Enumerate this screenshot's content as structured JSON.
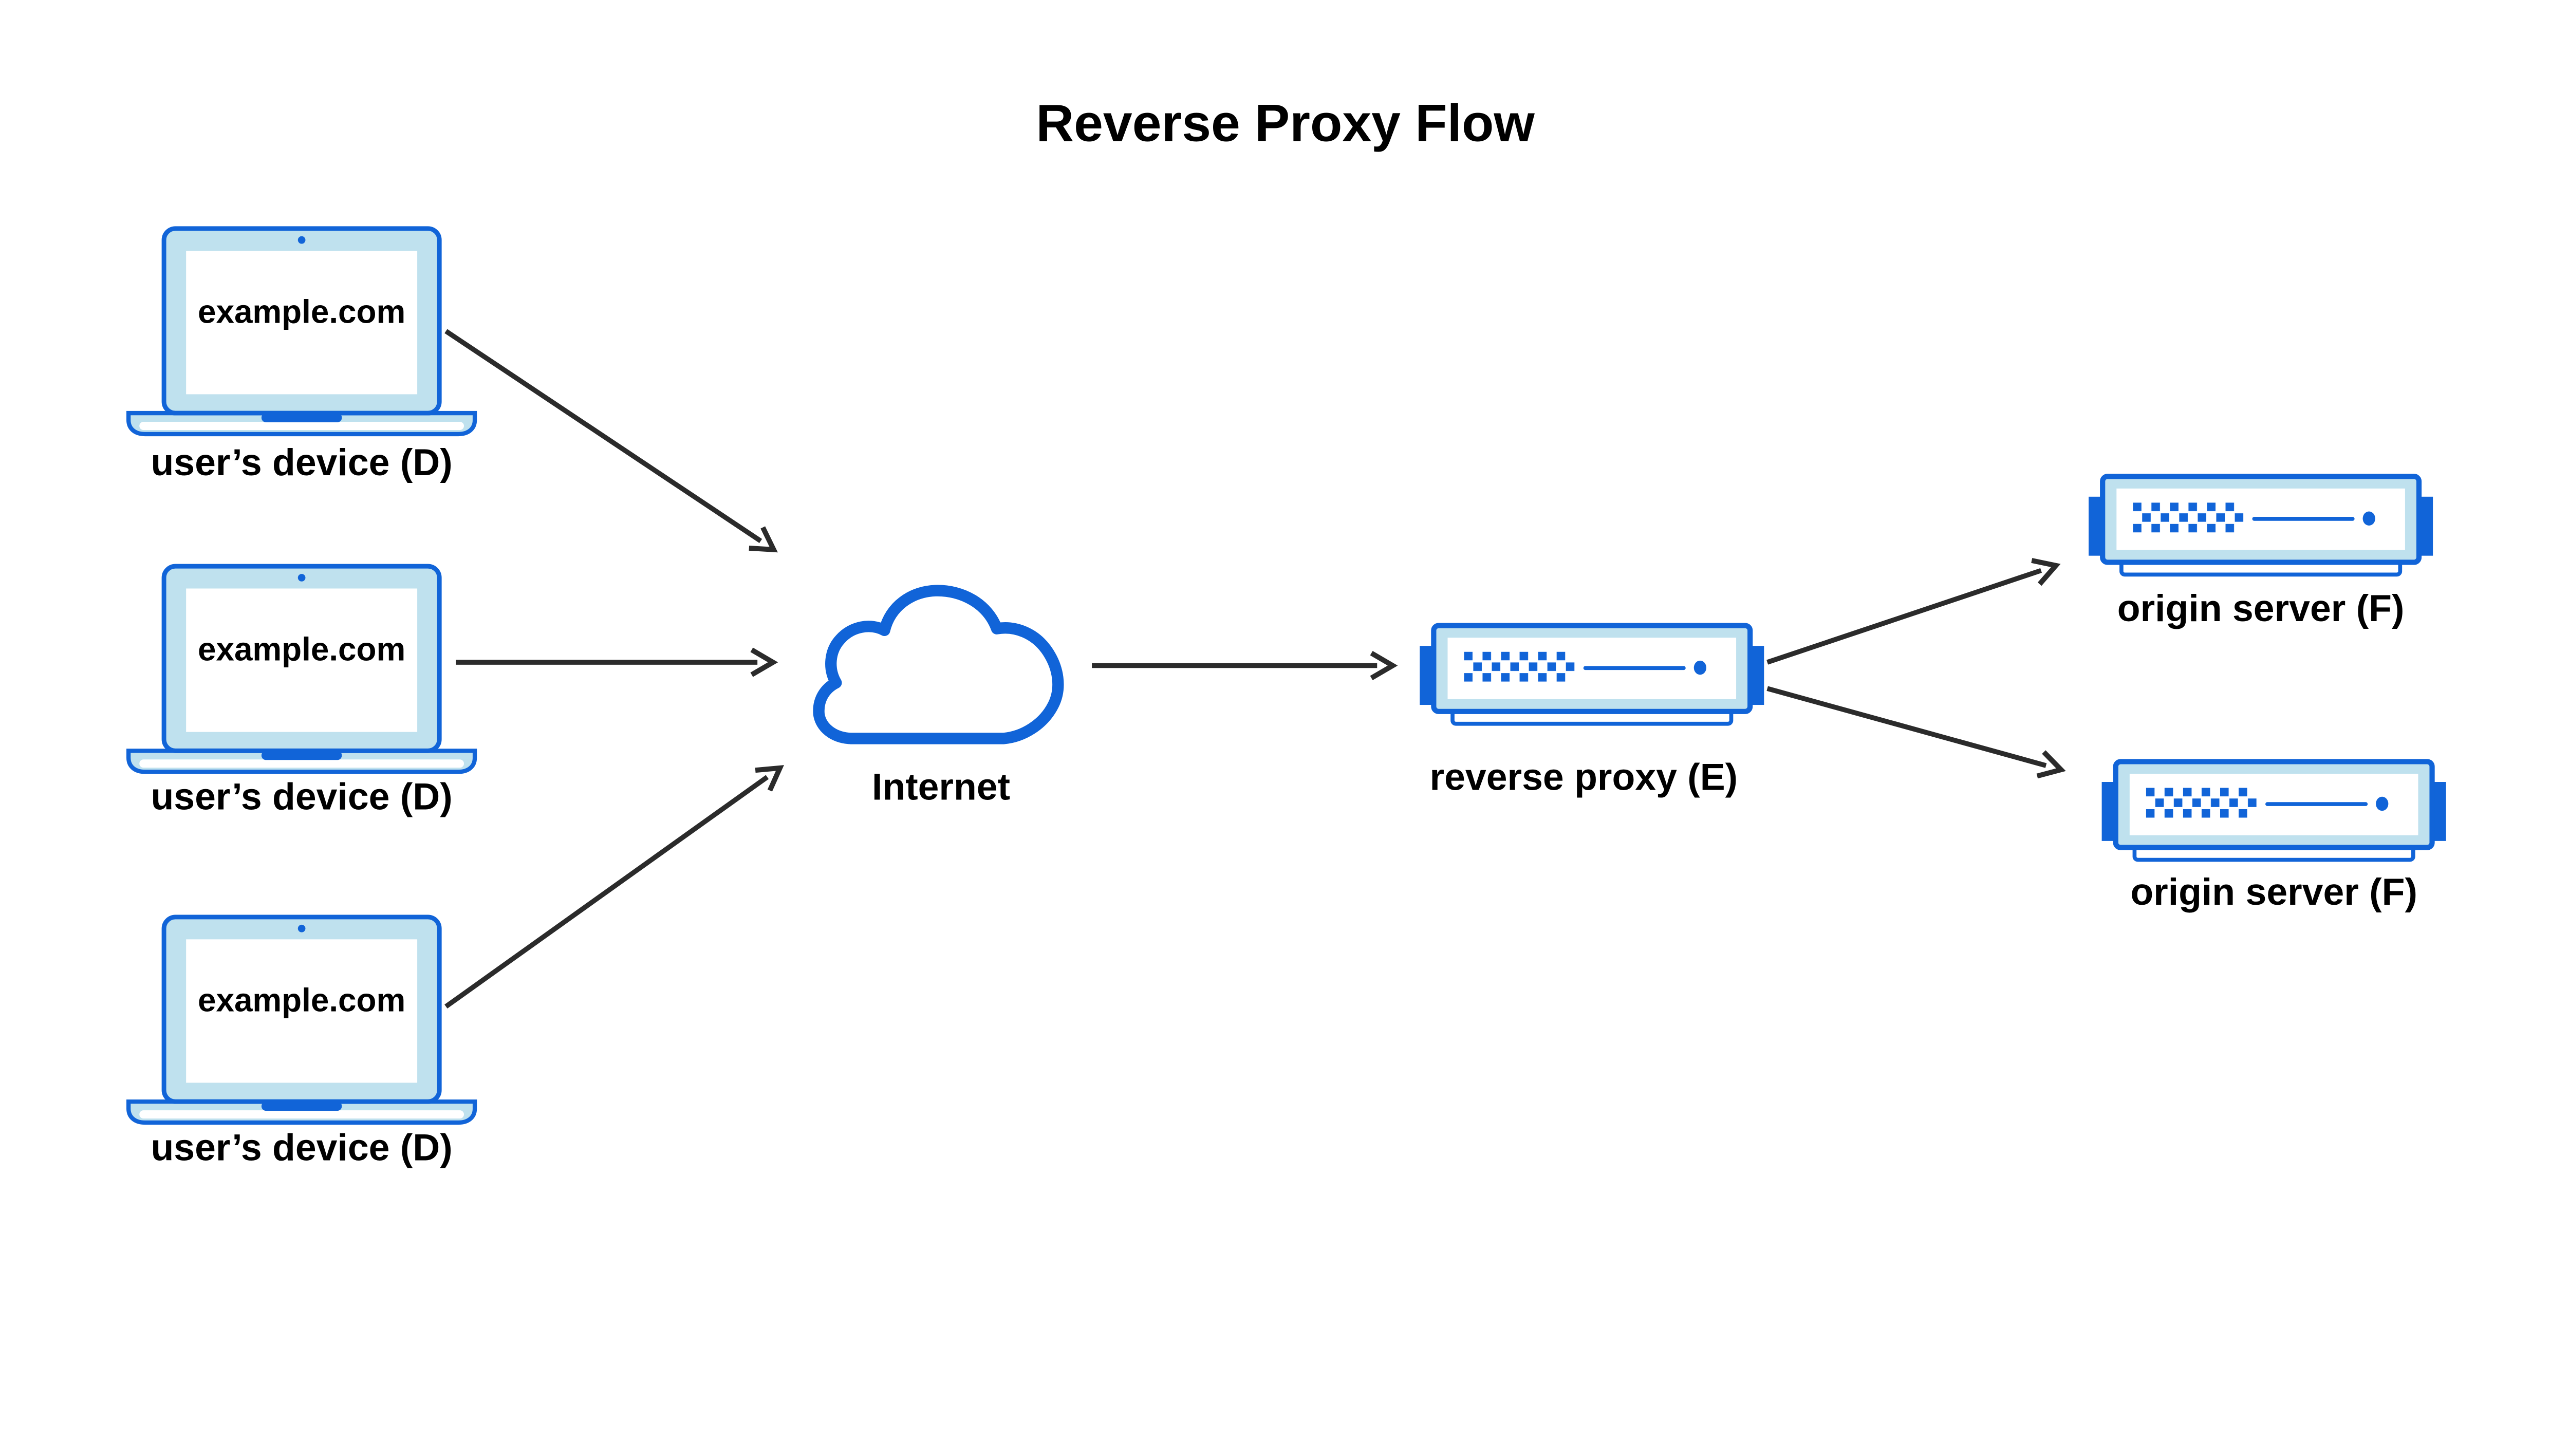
{
  "title": "Reverse Proxy Flow",
  "nodes": {
    "devices": [
      {
        "id": "user-device-1",
        "screen_label": "example.com",
        "caption": "user’s device (D)"
      },
      {
        "id": "user-device-2",
        "screen_label": "example.com",
        "caption": "user’s device (D)"
      },
      {
        "id": "user-device-3",
        "screen_label": "example.com",
        "caption": "user’s device (D)"
      }
    ],
    "internet": {
      "id": "internet",
      "caption": "Internet"
    },
    "reverse_proxy": {
      "id": "reverse-proxy",
      "caption": "reverse proxy (E)"
    },
    "origin_servers": [
      {
        "id": "origin-server-1",
        "caption": "origin server (F)"
      },
      {
        "id": "origin-server-2",
        "caption": "origin server (F)"
      }
    ]
  },
  "edges": [
    {
      "from": "user-device-1",
      "to": "internet"
    },
    {
      "from": "user-device-2",
      "to": "internet"
    },
    {
      "from": "user-device-3",
      "to": "internet"
    },
    {
      "from": "internet",
      "to": "reverse-proxy"
    },
    {
      "from": "reverse-proxy",
      "to": "origin-server-1"
    },
    {
      "from": "reverse-proxy",
      "to": "origin-server-2"
    }
  ],
  "colors": {
    "blue": "#1164d8",
    "light_blue": "#bfe1ee",
    "arrow": "#2b2b2b",
    "text": "#000000",
    "background": "#ffffff"
  }
}
